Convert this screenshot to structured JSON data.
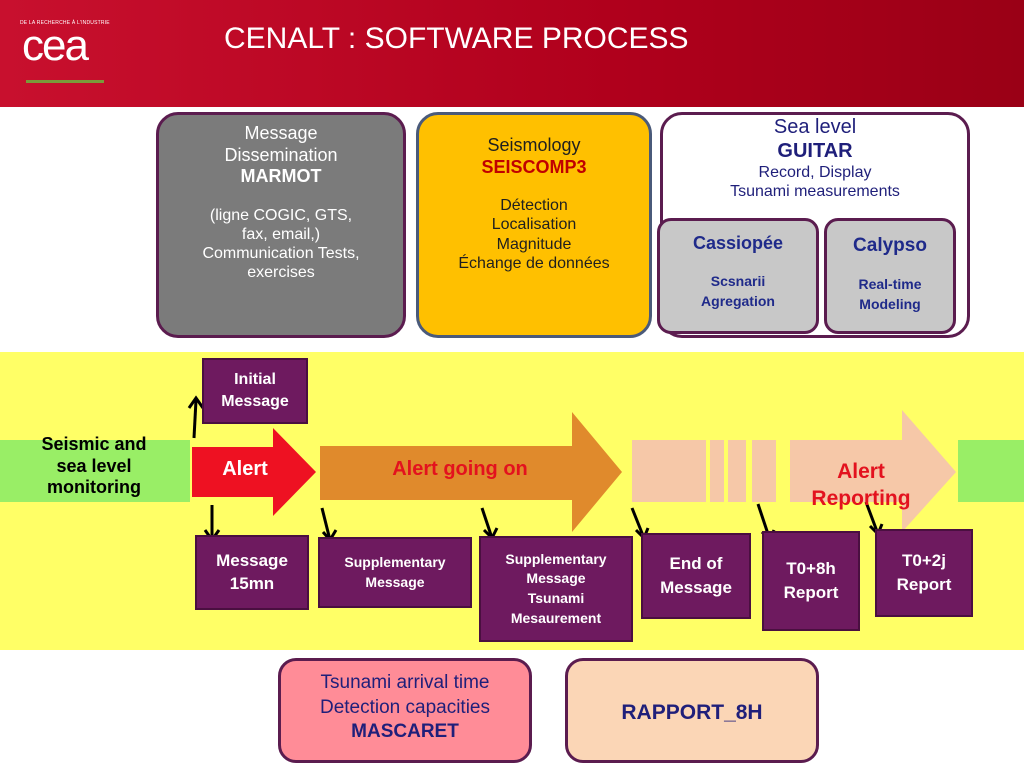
{
  "header": {
    "logo_subtitle": "DE LA RECHERCHE À L'INDUSTRIE",
    "logo_text": "cea",
    "title": "CENALT : SOFTWARE PROCESS",
    "background_color": "#c8102e"
  },
  "top_boxes": {
    "marmot": {
      "line1": "Message",
      "line2": "Dissemination",
      "name": "MARMOT",
      "detail1": "(ligne COGIC, GTS,",
      "detail2": "fax, email,)",
      "detail3": "Communication Tests,",
      "detail4": "exercises"
    },
    "seiscomp": {
      "line1": "Seismology",
      "name": "SEISCOMP3",
      "detail1": "Détection",
      "detail2": "Localisation",
      "detail3": "Magnitude",
      "detail4": "Échange de données"
    },
    "sealevel": {
      "line1": "Sea level",
      "name": "GUITAR",
      "line3": "Record, Display",
      "line4": "Tsunami measurements",
      "cassiopee": {
        "title": "Cassiopée",
        "line1": "Scsnarii",
        "line2": "Agregation"
      },
      "calypso": {
        "title": "Calypso",
        "line1": "Real-time",
        "line2": "Modeling"
      }
    }
  },
  "band": {
    "monitoring_label_1": "Seismic and",
    "monitoring_label_2": "sea level",
    "monitoring_label_3": "monitoring",
    "alert": "Alert",
    "alert_going_on": "Alert going on",
    "alert_reporting_1": "Alert",
    "alert_reporting_2": "Reporting",
    "colors": {
      "band": "#ffff66",
      "green": "#99ee66",
      "alert_arrow": "#ee1122",
      "going_arrow": "#e08a2c",
      "reporting_arrow": "#f6c8a8"
    }
  },
  "documents": {
    "initial": {
      "line1": "Initial",
      "line2": "Message"
    },
    "msg15": {
      "line1": "Message",
      "line2": "15mn"
    },
    "supp1": {
      "line1": "Supplementary",
      "line2": "Message"
    },
    "supp2": {
      "line1": "Supplementary",
      "line2": "Message",
      "line3": "Tsunami",
      "line4": "Mesaurement"
    },
    "end": {
      "line1": "End of",
      "line2": "Message"
    },
    "t08": {
      "line1": "T0+8h",
      "line2": "Report"
    },
    "t02": {
      "line1": "T0+2j",
      "line2": "Report"
    }
  },
  "bottom_boxes": {
    "mascaret": {
      "line1": "Tsunami arrival time",
      "line2": "Detection capacities",
      "name": "MASCARET"
    },
    "rapport": {
      "name": "RAPPORT_8H"
    }
  }
}
